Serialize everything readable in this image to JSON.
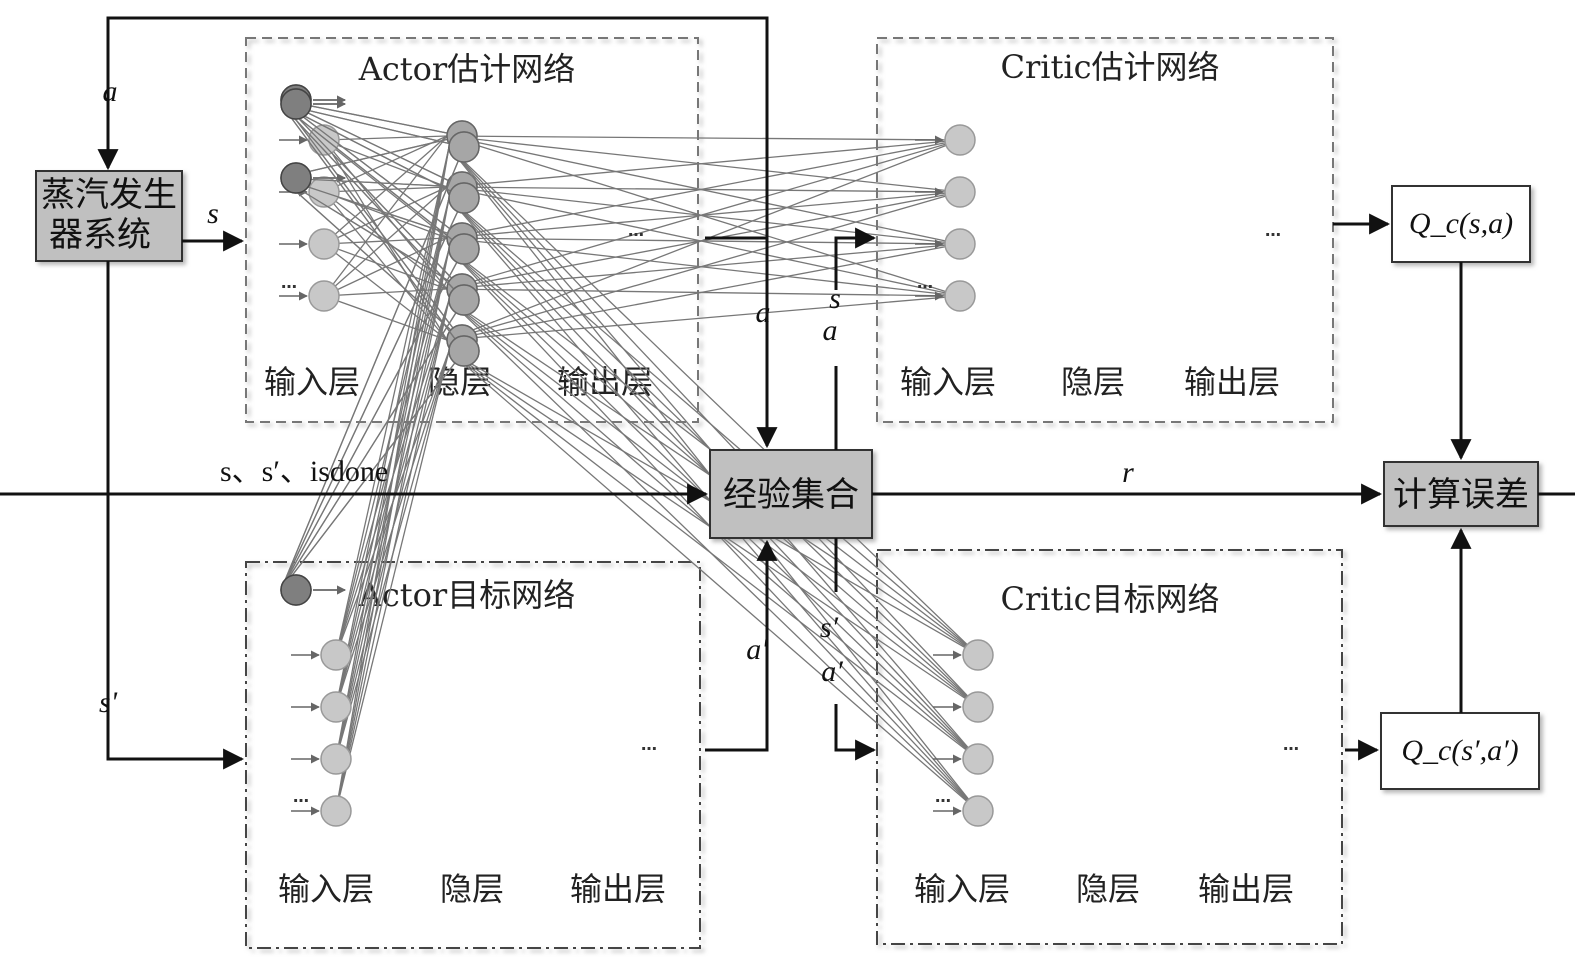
{
  "networks": {
    "actor_eval": {
      "title": "Actor估计网络",
      "input": "输入层",
      "hidden": "隐层",
      "output": "输出层"
    },
    "critic_eval": {
      "title": "Critic估计网络",
      "input": "输入层",
      "hidden": "隐层",
      "output": "输出层"
    },
    "actor_target": {
      "title": "Actor目标网络",
      "input": "输入层",
      "hidden": "隐层",
      "output": "输出层"
    },
    "critic_target": {
      "title": "Critic目标网络",
      "input": "输入层",
      "hidden": "隐层",
      "output": "输出层"
    }
  },
  "boxes": {
    "steam_line1": "蒸汽发生",
    "steam_line2": "器系统",
    "experience": "经验集合",
    "error": "计算误差",
    "q_eval": "Q_c(s,a)",
    "q_target": "Q_c(s′,a′)"
  },
  "signals": {
    "a_top": "a",
    "s_to_actor": "s",
    "a_to_exp": "a",
    "s_crit": "s",
    "a_crit": "a",
    "s_prime_left": "s'",
    "main_flow": "s、s′、isdone",
    "r": "r",
    "a_prime": "a′",
    "s_prime_crit": "s′",
    "a_prime_crit": "a′"
  },
  "ellipsis": "…",
  "colors": {
    "input_node": "#c8c8c8",
    "hidden_node": "#a6a6a6",
    "output_node": "#7f7f7f",
    "box_fill_dark": "#c0c0c0",
    "box_fill_light": "#ffffff"
  }
}
